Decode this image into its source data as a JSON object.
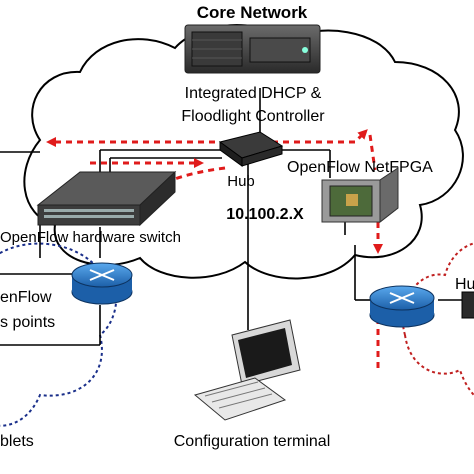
{
  "title": "Core Network",
  "labels": {
    "controller_line1": "Integrated DHCP &",
    "controller_line2": "Floodlight Controller",
    "hub_center": "Hub",
    "netfpga": "OpenFlow NetFPGA",
    "subnet": "10.100.2.X",
    "hw_switch": "OpenFlow hardware switch",
    "left_box_line1": "enFlow",
    "left_box_line2": "s points",
    "right_hub_partial": "Hu",
    "bottom_left_partial": "blets",
    "terminal": "Configuration terminal"
  },
  "colors": {
    "red_arrow": "#e01b1b",
    "blue_dotted": "#1a2f8a",
    "red_dotted": "#c02020",
    "router_blue": "#2a7fd4"
  },
  "icons": [
    "server-icon",
    "hub-icon",
    "switch-icon",
    "netfpga-icon",
    "router-icon",
    "terminal-icon"
  ]
}
